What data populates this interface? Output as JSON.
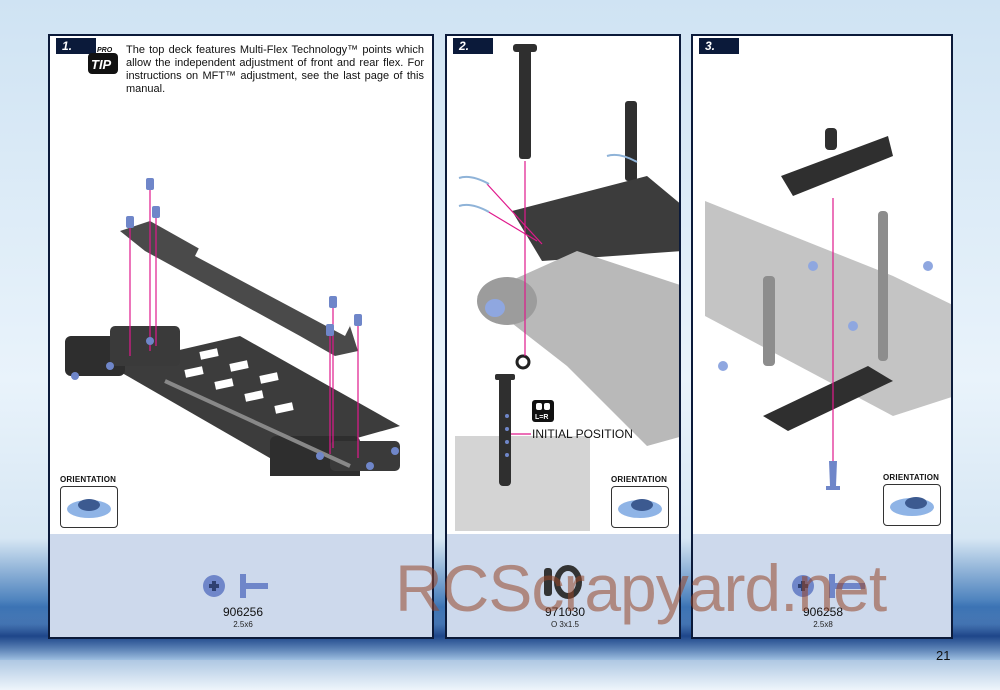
{
  "steps": {
    "step1": {
      "number": "1.",
      "tip_label": "TIP",
      "tip_text": "The top deck features Multi-Flex Technology™ points which allow the independent adjustment of front and rear flex. For instructions on MFT™ adjustment, see the last page of this manual.",
      "orientation_label": "ORIENTATION",
      "part_code": "906256",
      "part_size": "2.5x6"
    },
    "step2": {
      "number": "2.",
      "callout": "INITIAL POSITION",
      "orientation_label": "ORIENTATION",
      "part_code": "971030",
      "part_size": "O 3x1.5"
    },
    "step3": {
      "number": "3.",
      "orientation_label": "ORIENTATION",
      "part_code": "906258",
      "part_size": "2.5x8"
    }
  },
  "page_number": "21",
  "watermark": "RCScrapyard.net",
  "colors": {
    "panel_border": "#0b1a3a",
    "parts_area": "#cdd9ec",
    "guide_line": "#e0198c",
    "carbon": "#3a3a3a",
    "screw_blue": "#6f86c9"
  },
  "icons": [
    "pro-tip-icon",
    "l-equals-r-icon",
    "orientation-car-icon",
    "screw-head-icon",
    "o-ring-icon"
  ]
}
